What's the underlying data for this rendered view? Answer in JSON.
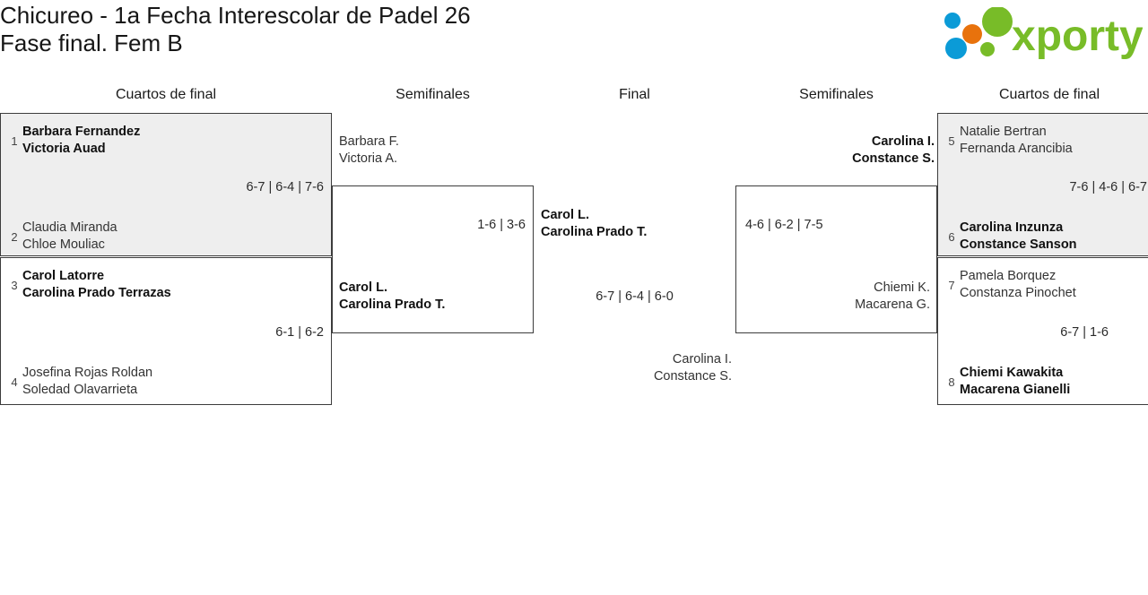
{
  "header": {
    "title": "Chicureo - 1a Fecha Interescolar de Padel 26\nFase final. Fem B",
    "logo_text": "xporty",
    "logo_colors": {
      "green": "#78bc28",
      "orange": "#e8720c",
      "blue": "#0b9bd7"
    }
  },
  "columns": [
    {
      "label": "Cuartos de final"
    },
    {
      "label": "Semifinales"
    },
    {
      "label": "Final"
    },
    {
      "label": "Semifinales"
    },
    {
      "label": "Cuartos de final"
    }
  ],
  "bracket": {
    "left_quarterfinals": [
      {
        "shaded": true,
        "score": "6-7 | 6-4 | 7-6",
        "top": {
          "seed": "1",
          "names": "Barbara Fernandez\nVictoria Auad",
          "winner": true
        },
        "bottom": {
          "seed": "2",
          "names": "Claudia Miranda\nChloe Mouliac",
          "winner": false
        }
      },
      {
        "shaded": false,
        "score": "6-1 | 6-2",
        "top": {
          "seed": "3",
          "names": "Carol Latorre\nCarolina Prado Terrazas",
          "winner": true
        },
        "bottom": {
          "seed": "4",
          "names": "Josefina Rojas Roldan\nSoledad Olavarrieta",
          "winner": false
        }
      }
    ],
    "left_semifinal": {
      "score": "1-6 | 3-6",
      "top": {
        "names": "Barbara F.\nVictoria A.",
        "winner": false
      },
      "bottom": {
        "names": "Carol L.\nCarolina Prado T.",
        "winner": true
      }
    },
    "final": {
      "score": "6-7 | 6-4 | 6-0",
      "top": {
        "names": "Carol L.\nCarolina Prado T.",
        "winner": true
      },
      "bottom": {
        "names": "Carolina I.\nConstance S.",
        "winner": false
      }
    },
    "right_semifinal": {
      "score": "4-6 | 6-2 | 7-5",
      "top": {
        "names": "Carolina I.\nConstance S.",
        "winner": true
      },
      "bottom": {
        "names": "Chiemi K.\nMacarena G.",
        "winner": false
      }
    },
    "right_quarterfinals": [
      {
        "shaded": true,
        "score": "7-6 | 4-6 | 6-7",
        "top": {
          "seed": "5",
          "names": "Natalie Bertran\nFernanda Arancibia",
          "winner": false
        },
        "bottom": {
          "seed": "6",
          "names": "Carolina Inzunza\nConstance Sanson",
          "winner": true
        }
      },
      {
        "shaded": false,
        "score": "6-7 | 1-6",
        "top": {
          "seed": "7",
          "names": "Pamela Borquez\nConstanza Pinochet",
          "winner": false
        },
        "bottom": {
          "seed": "8",
          "names": "Chiemi Kawakita\nMacarena Gianelli",
          "winner": true
        }
      }
    ]
  }
}
